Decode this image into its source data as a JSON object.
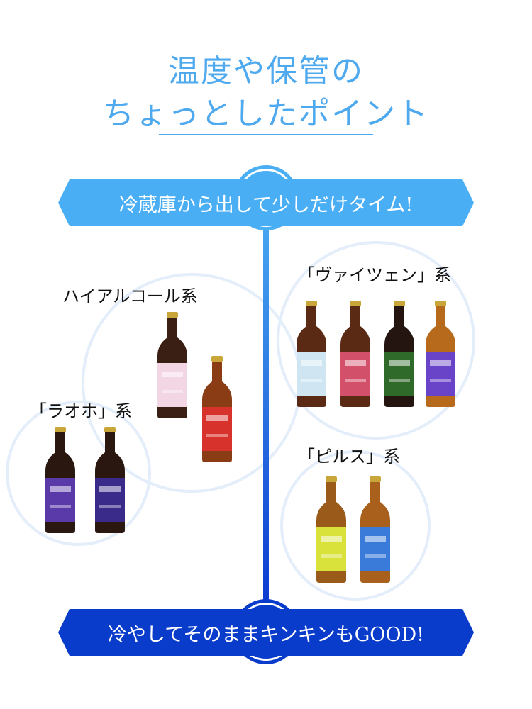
{
  "title": {
    "line1": "温度や保管の",
    "line2": "ちょっとしたポイント"
  },
  "banner_top": "冷蔵庫から出して少しだけタイム!",
  "banner_bottom": "冷やしてそのままキンキンもGOOD!",
  "colors": {
    "title": "#4ea9ee",
    "banner_top": "#4aaef5",
    "banner_bottom": "#0a3ccc",
    "ring": "#e4eefb"
  },
  "groups": [
    {
      "label": "ハイアルコール系",
      "bottles": [
        {
          "glass": "#3a1f14",
          "label": "#f3d6e3"
        },
        {
          "glass": "#8a3c14",
          "label": "#d8322c"
        }
      ]
    },
    {
      "label": "「ラオホ」系",
      "bottles": [
        {
          "glass": "#2a1810",
          "label": "#5a3aa8"
        },
        {
          "glass": "#2a1810",
          "label": "#3a2a8a"
        }
      ]
    },
    {
      "label": "「ヴァイツェン」系",
      "bottles": [
        {
          "glass": "#5a2a14",
          "label": "#cfe6f2"
        },
        {
          "glass": "#5a2a14",
          "label": "#d2506a"
        },
        {
          "glass": "#241510",
          "label": "#2f6a2a"
        },
        {
          "glass": "#b86a1c",
          "label": "#6a44c8"
        }
      ]
    },
    {
      "label": "「ピルス」系",
      "bottles": [
        {
          "glass": "#9a5a1a",
          "label": "#d8e23a"
        },
        {
          "glass": "#a8601c",
          "label": "#3a7ad8"
        }
      ]
    }
  ]
}
